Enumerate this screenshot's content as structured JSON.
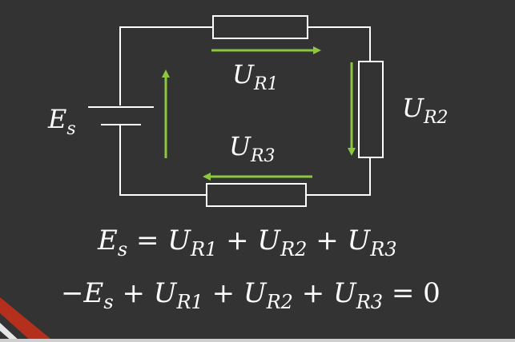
{
  "circuit": {
    "source": {
      "main": "E",
      "sub": "s"
    },
    "r1_voltage": {
      "main": "U",
      "sub": "R1"
    },
    "r2_voltage": {
      "main": "U",
      "sub": "R2"
    },
    "r3_voltage": {
      "main": "U",
      "sub": "R3"
    }
  },
  "equations": {
    "eq1": {
      "es_main": "E",
      "es_sub": "s",
      "eq": "=",
      "u1_main": "U",
      "u1_sub": "R1",
      "plus1": "+",
      "u2_main": "U",
      "u2_sub": "R2",
      "plus2": "+",
      "u3_main": "U",
      "u3_sub": "R3"
    },
    "eq2": {
      "minus": "−",
      "es_main": "E",
      "es_sub": "s",
      "plus0": "+",
      "u1_main": "U",
      "u1_sub": "R1",
      "plus1": "+",
      "u2_main": "U",
      "u2_sub": "R2",
      "plus2": "+",
      "u3_main": "U",
      "u3_sub": "R3",
      "eq": "=",
      "zero": "0"
    }
  },
  "colors": {
    "background": "#333333",
    "wire": "#ffffff",
    "arrow": "#8dc63f",
    "corner_accent": "#b5301c"
  }
}
